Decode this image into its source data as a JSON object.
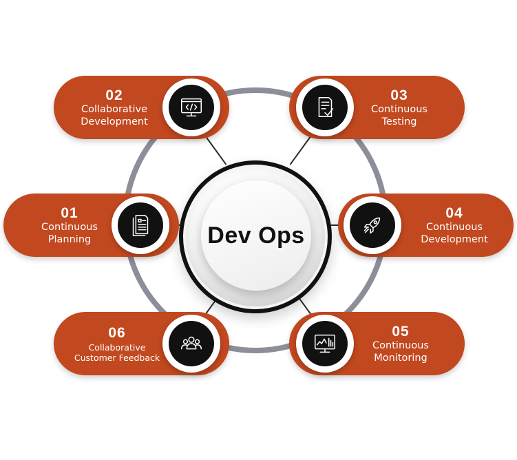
{
  "center": {
    "title": "Dev Ops"
  },
  "steps": [
    {
      "number": "01",
      "lines": [
        "Continuous",
        "Planning"
      ],
      "icon": "document-list-icon"
    },
    {
      "number": "02",
      "lines": [
        "Collaborative",
        "Development"
      ],
      "icon": "code-monitor-icon"
    },
    {
      "number": "03",
      "lines": [
        "Continuous",
        "Testing"
      ],
      "icon": "checklist-icon"
    },
    {
      "number": "04",
      "lines": [
        "Continuous",
        "Development"
      ],
      "icon": "rocket-icon"
    },
    {
      "number": "05",
      "lines": [
        "Continuous",
        "Monitoring"
      ],
      "icon": "dashboard-monitor-icon"
    },
    {
      "number": "06",
      "lines": [
        "Collaborative",
        "Customer Feedback"
      ],
      "icon": "people-group-icon"
    }
  ],
  "colors": {
    "pill": "#c2481f",
    "ring": "#8c8f99",
    "icon_bg": "#111111"
  }
}
